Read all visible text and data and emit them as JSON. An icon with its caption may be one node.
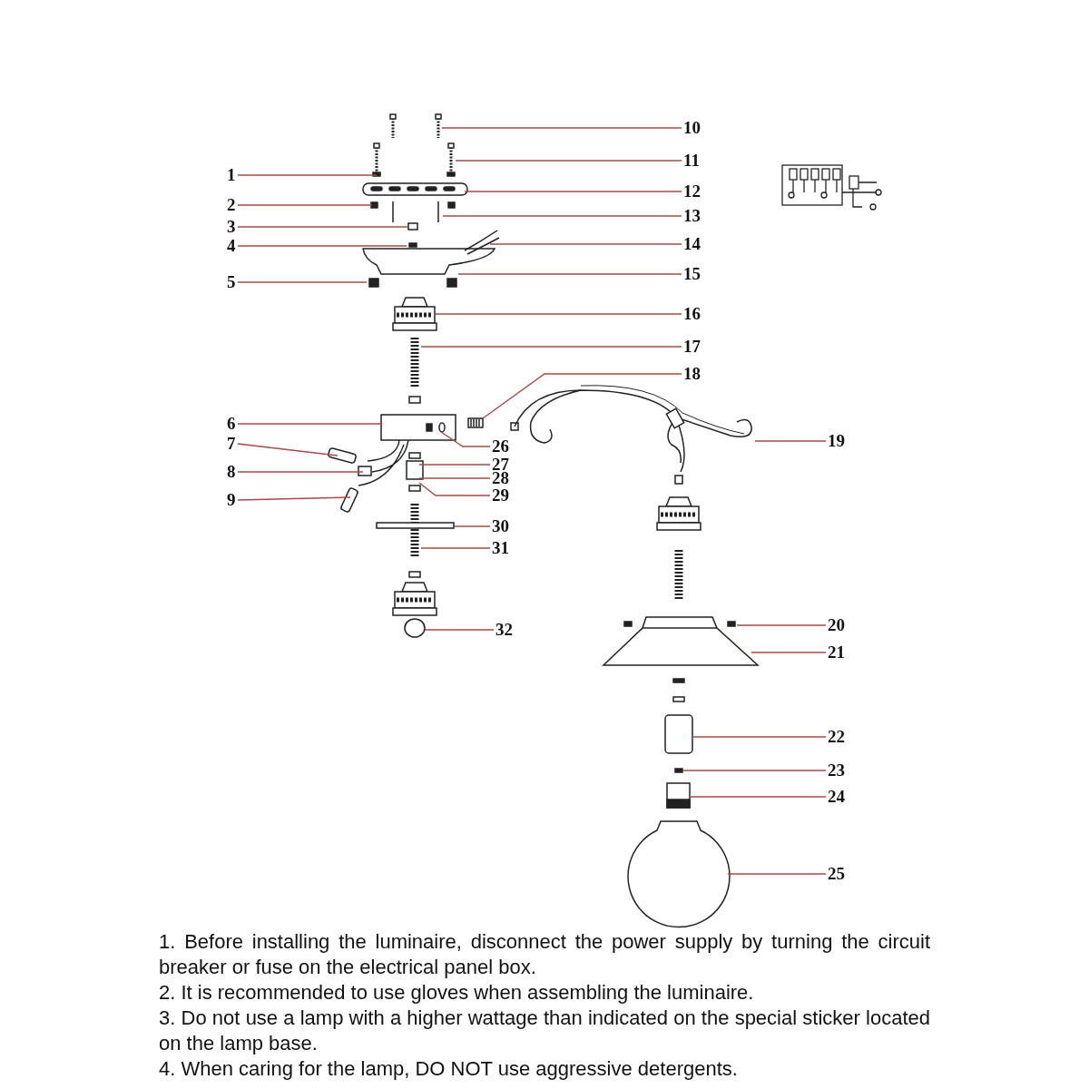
{
  "diagram": {
    "nodes": [
      {
        "text": [
          "1"
        ]
      },
      {
        "text": [
          "2"
        ]
      },
      {
        "text": [
          "3"
        ]
      },
      {
        "text": [
          "4"
        ]
      },
      {
        "text": [
          "5"
        ]
      },
      {
        "text": [
          "6"
        ]
      },
      {
        "text": [
          "7"
        ]
      },
      {
        "text": [
          "8"
        ]
      },
      {
        "text": [
          "9"
        ]
      },
      {
        "text": [
          "10"
        ]
      },
      {
        "text": [
          "11"
        ]
      },
      {
        "text": [
          "12"
        ]
      },
      {
        "text": [
          "13"
        ]
      },
      {
        "text": [
          "14"
        ]
      },
      {
        "text": [
          "15"
        ]
      },
      {
        "text": [
          "16"
        ]
      },
      {
        "text": [
          "17"
        ]
      },
      {
        "text": [
          "18"
        ]
      },
      {
        "text": [
          "19"
        ]
      },
      {
        "text": [
          "20"
        ]
      },
      {
        "text": [
          "21"
        ]
      },
      {
        "text": [
          "22"
        ]
      },
      {
        "text": [
          "23"
        ]
      },
      {
        "text": [
          "24"
        ]
      },
      {
        "text": [
          "25"
        ]
      },
      {
        "text": [
          "26"
        ]
      },
      {
        "text": [
          "27"
        ]
      },
      {
        "text": [
          "28"
        ]
      },
      {
        "text": [
          "29"
        ]
      },
      {
        "text": [
          "30"
        ]
      },
      {
        "text": [
          "31"
        ]
      },
      {
        "text": [
          "32"
        ]
      },
      {
        "text": [],
        "shape": "box"
      },
      {
        "text": [],
        "shape": "circle"
      }
    ],
    "edges": [
      {
        "from": 0,
        "to": null,
        "arrow": "none"
      },
      {
        "from": 1,
        "to": null,
        "arrow": "none"
      },
      {
        "from": 2,
        "to": null,
        "arrow": "none"
      },
      {
        "from": 3,
        "to": null,
        "arrow": "none"
      },
      {
        "from": 4,
        "to": null,
        "arrow": "none"
      },
      {
        "from": 5,
        "to": null,
        "arrow": "none"
      },
      {
        "from": 6,
        "to": null,
        "arrow": "none"
      },
      {
        "from": 7,
        "to": null,
        "arrow": "none"
      },
      {
        "from": 8,
        "to": null,
        "arrow": "none"
      },
      {
        "from": 9,
        "to": null,
        "arrow": "none"
      },
      {
        "from": 10,
        "to": null,
        "arrow": "none"
      },
      {
        "from": 11,
        "to": null,
        "arrow": "none"
      },
      {
        "from": 12,
        "to": null,
        "arrow": "none"
      },
      {
        "from": 13,
        "to": null,
        "arrow": "none"
      },
      {
        "from": 14,
        "to": null,
        "arrow": "none"
      },
      {
        "from": 15,
        "to": null,
        "arrow": "none"
      },
      {
        "from": 16,
        "to": null,
        "arrow": "none"
      },
      {
        "from": 17,
        "to": 32,
        "arrow": "none"
      },
      {
        "from": 18,
        "to": null,
        "arrow": "none"
      },
      {
        "from": 19,
        "to": null,
        "arrow": "none"
      },
      {
        "from": 20,
        "to": null,
        "arrow": "none"
      },
      {
        "from": 21,
        "to": null,
        "arrow": "none"
      },
      {
        "from": 22,
        "to": null,
        "arrow": "none"
      },
      {
        "from": 23,
        "to": null,
        "arrow": "none"
      },
      {
        "from": 24,
        "to": null,
        "arrow": "none"
      },
      {
        "from": 25,
        "to": null,
        "arrow": "none"
      },
      {
        "from": 26,
        "to": null,
        "arrow": "none"
      },
      {
        "from": 27,
        "to": null,
        "arrow": "none"
      },
      {
        "from": 28,
        "to": null,
        "arrow": "none"
      },
      {
        "from": 29,
        "to": null,
        "arrow": "none"
      },
      {
        "from": 30,
        "to": null,
        "arrow": "none"
      },
      {
        "from": 31,
        "to": 33,
        "arrow": "none"
      }
    ],
    "labels": [
      "1. Before installing the luminaire, disconnect the power supply by turning the circuit breaker or fuse on the electrical panel box.",
      "2. It is recommended to use gloves when assembling the luminaire.",
      "3. Do not use a lamp with a higher wattage than indicated on the special sticker located on the lamp base.",
      "4. When caring for the lamp, DO NOT use aggressive detergents."
    ]
  }
}
